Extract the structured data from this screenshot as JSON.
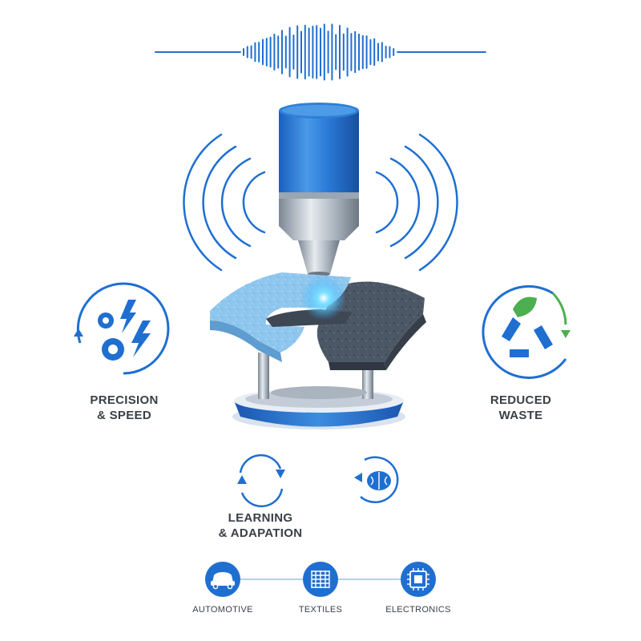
{
  "features": {
    "precision": "PRECISION\n& SPEED",
    "waste": "REDUCED\nWASTE",
    "learning": "LEARNING\n& ADAPATION"
  },
  "industries": [
    {
      "label": "AUTOMOTIVE",
      "icon": "car-icon"
    },
    {
      "label": "TEXTILES",
      "icon": "fabric-grid-icon"
    },
    {
      "label": "ELECTRONICS",
      "icon": "chip-icon"
    }
  ],
  "colors": {
    "primary_blue": "#1f6fd1",
    "light_blue": "#8ec6ee",
    "dark_material": "#4a5563",
    "green": "#4caf50",
    "steel": "#b8c2cc"
  }
}
